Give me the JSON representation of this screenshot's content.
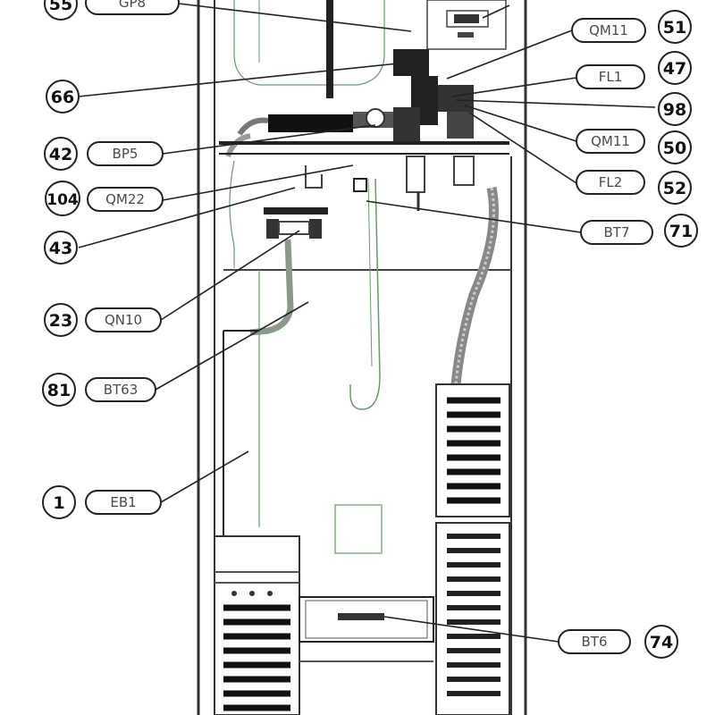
{
  "callouts": [
    {
      "num": "55",
      "code": "GP8"
    },
    {
      "num": "66",
      "code": ""
    },
    {
      "num": "42",
      "code": "BP5"
    },
    {
      "num": "104",
      "code": "QM22"
    },
    {
      "num": "43",
      "code": ""
    },
    {
      "num": "23",
      "code": "QN10"
    },
    {
      "num": "81",
      "code": "BT63"
    },
    {
      "num": "1",
      "code": "EB1"
    },
    {
      "num": "51",
      "code": "QM11"
    },
    {
      "num": "47",
      "code": "FL1"
    },
    {
      "num": "98",
      "code": ""
    },
    {
      "num": "50",
      "code": "QM11"
    },
    {
      "num": "52",
      "code": "FL2"
    },
    {
      "num": "71",
      "code": "BT7"
    },
    {
      "num": "74",
      "code": "BT6"
    }
  ]
}
